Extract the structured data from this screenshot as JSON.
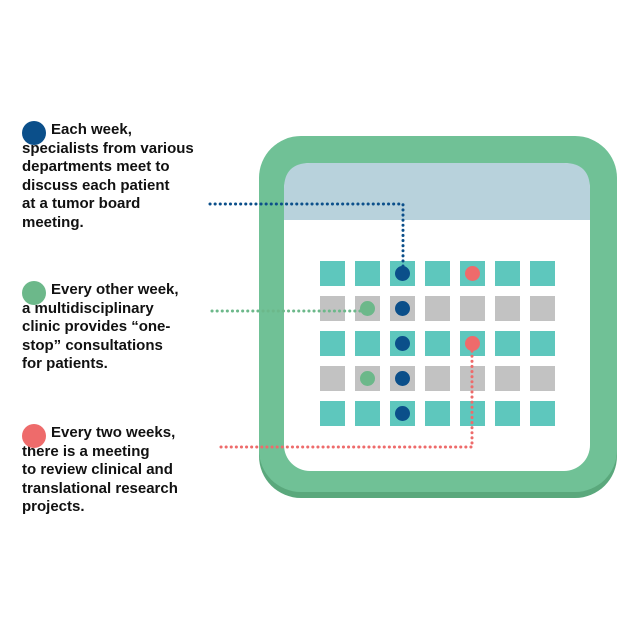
{
  "colors": {
    "weekly": "#0b4f8a",
    "every_other_week": "#6cb88a",
    "every_two_weeks": "#ee6b6b",
    "calendar_frame": "#70c196",
    "calendar_frame_shadow": "#5aa87c",
    "calendar_header": "#b8d2dc",
    "cell_teal": "#5ec7bd",
    "cell_gray": "#c2c2c2"
  },
  "legend": [
    {
      "key": "weekly",
      "first_line": "Each week,",
      "rest": "specialists from various\ndepartments meet to\ndiscuss each patient\nat a tumor board\nmeeting."
    },
    {
      "key": "every_other_week",
      "first_line": "Every other week,",
      "rest": "a multidisciplinary\nclinic provides “one-\nstop” consultations\nfor patients."
    },
    {
      "key": "every_two_weeks",
      "first_line": "Every two weeks,",
      "rest": "there is a meeting\nto review clinical and\ntranslational research\nprojects."
    }
  ],
  "calendar": {
    "columns": 7,
    "row_colors": [
      "teal",
      "gray",
      "teal",
      "gray",
      "teal"
    ],
    "markers": [
      {
        "row": 0,
        "col": 2,
        "key": "weekly"
      },
      {
        "row": 1,
        "col": 2,
        "key": "weekly"
      },
      {
        "row": 2,
        "col": 2,
        "key": "weekly"
      },
      {
        "row": 3,
        "col": 2,
        "key": "weekly"
      },
      {
        "row": 4,
        "col": 2,
        "key": "weekly"
      },
      {
        "row": 1,
        "col": 1,
        "key": "every_other_week"
      },
      {
        "row": 3,
        "col": 1,
        "key": "every_other_week"
      },
      {
        "row": 0,
        "col": 4,
        "key": "every_two_weeks"
      },
      {
        "row": 2,
        "col": 4,
        "key": "every_two_weeks"
      }
    ]
  }
}
